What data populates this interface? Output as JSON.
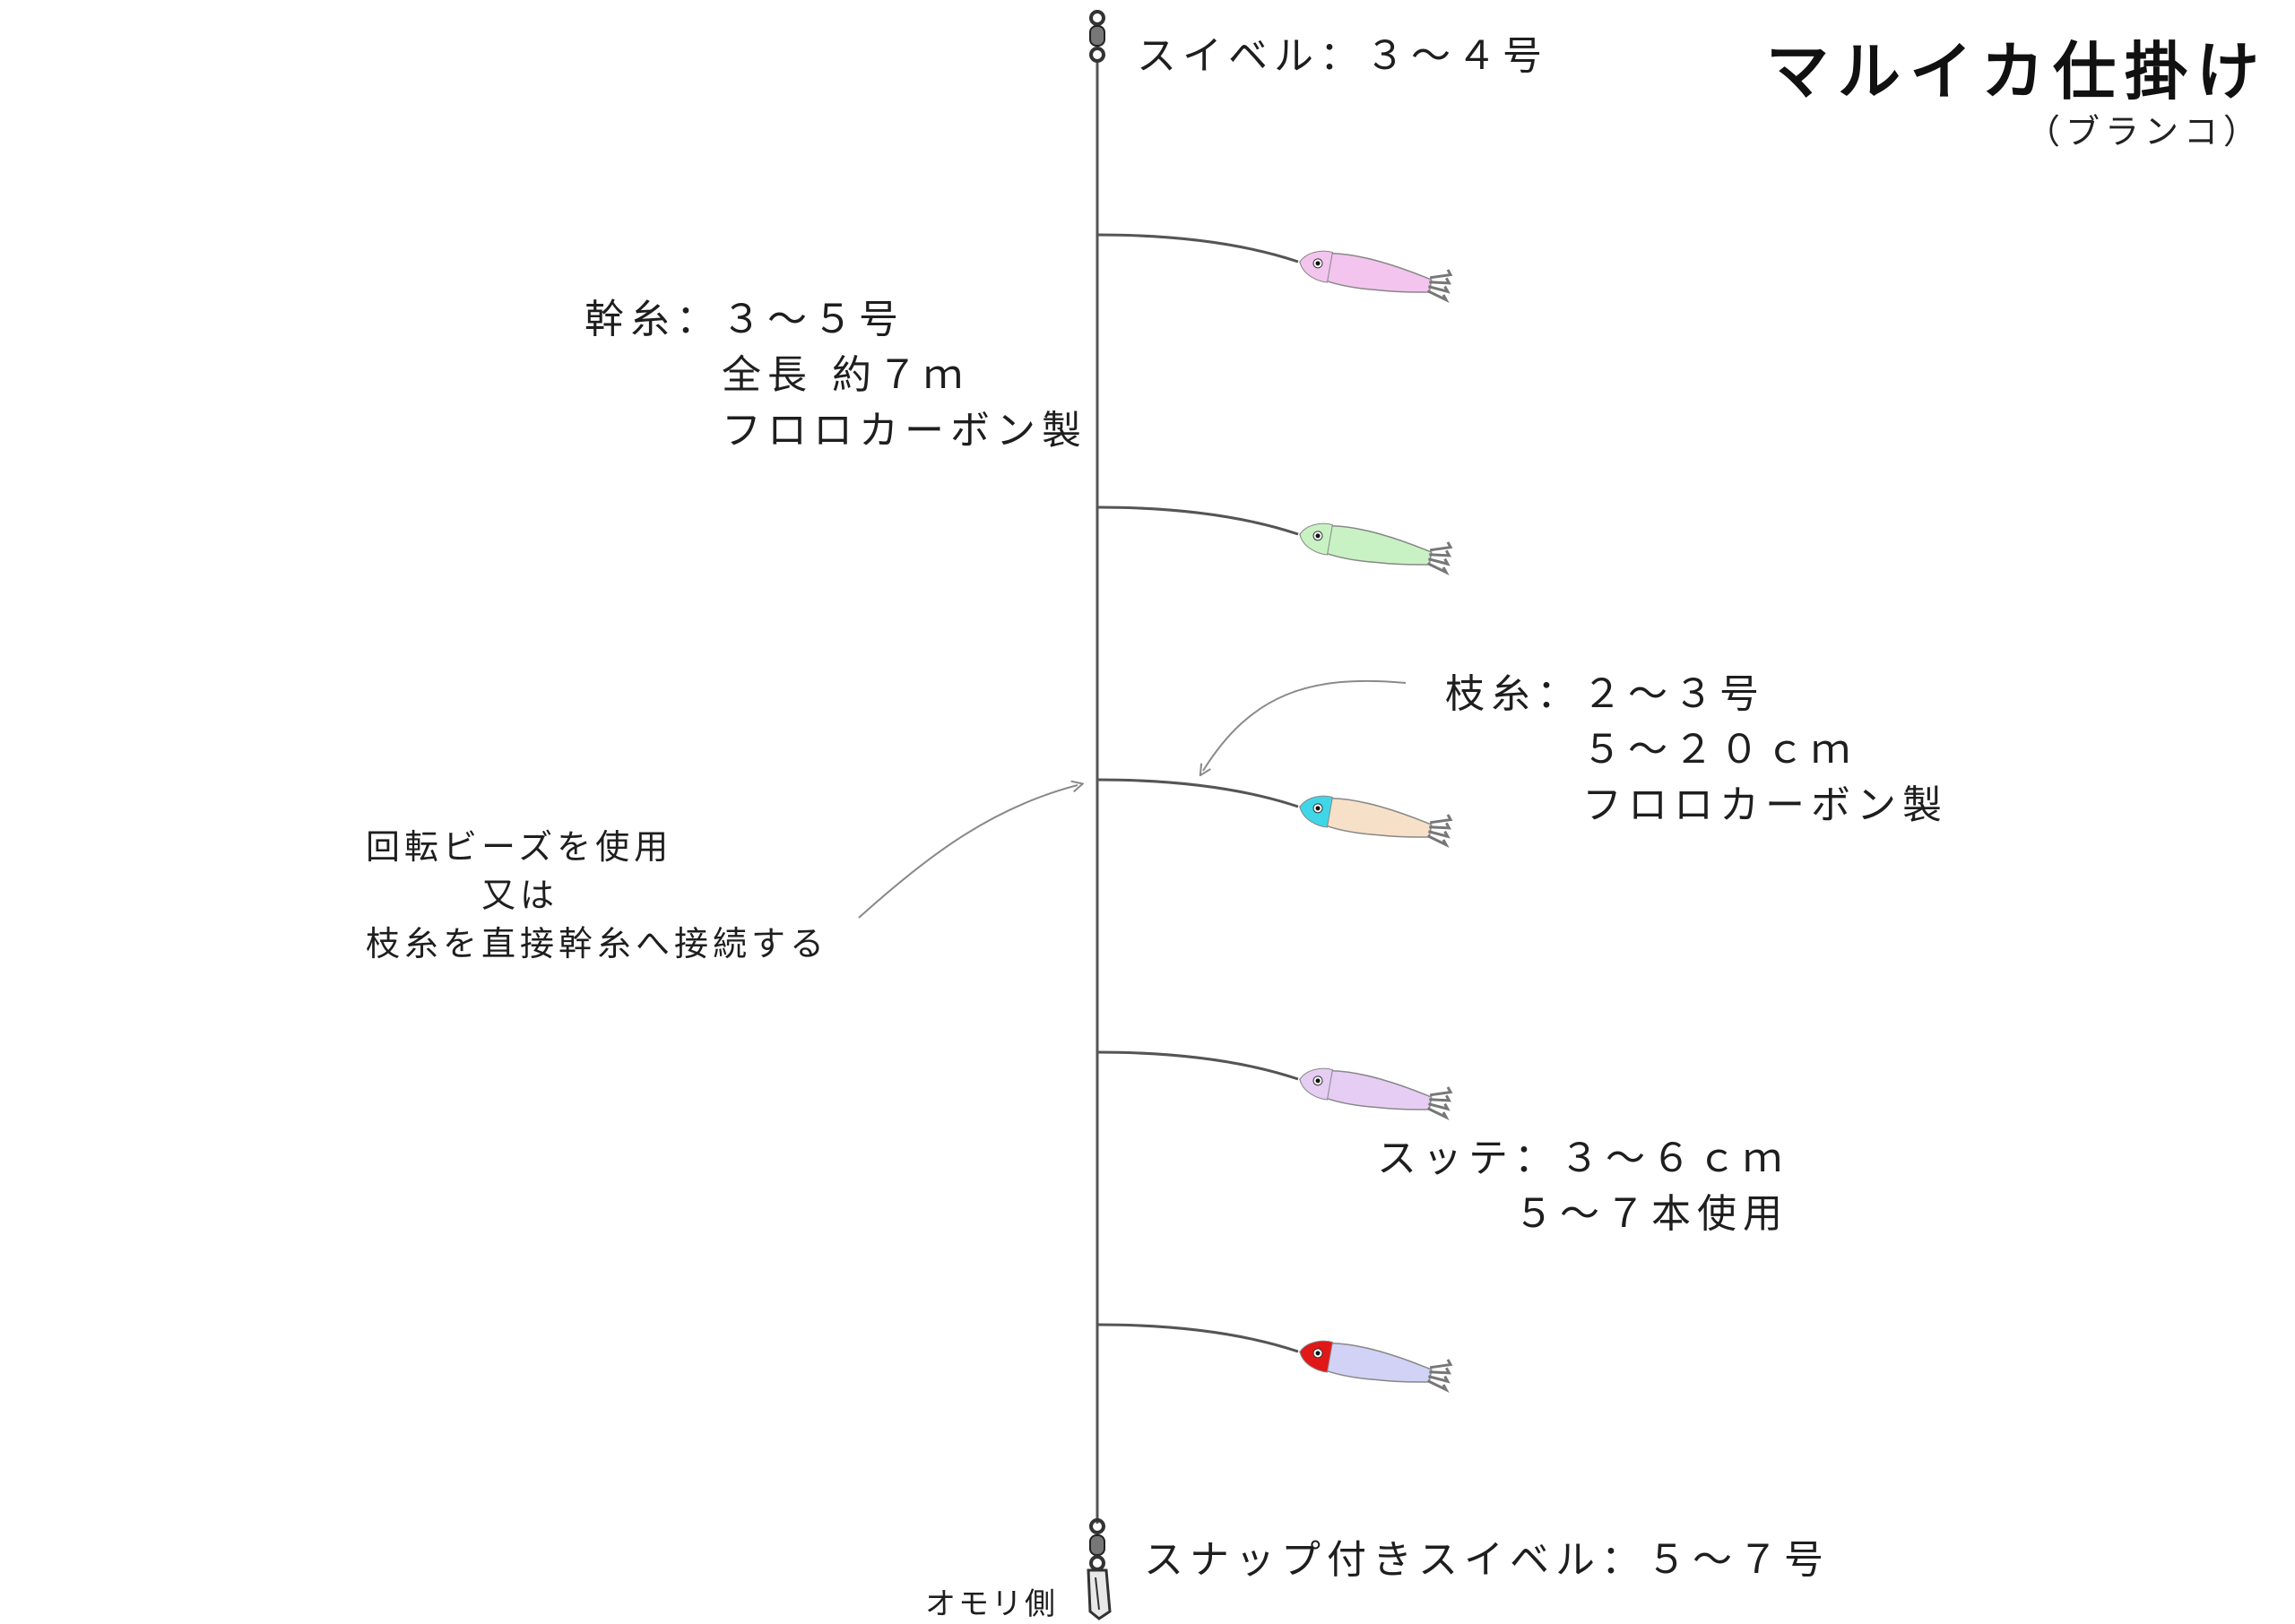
{
  "title": "マルイカ仕掛け",
  "subtitle": "（ブランコ）",
  "labels": {
    "swivel_top": "スイベル：３～４号",
    "main_line": "幹糸：３～５号\n　　　全長 約７ｍ\n　　　フロロカーボン製",
    "branch_line": "枝糸：２～３号\n　　　５～２０ｃｍ\n　　　フロロカーボン製",
    "bead_note": "回転ビーズを使用\n　　　又は\n枝糸を直接幹糸へ接続する",
    "sutte": "スッテ：３～６ｃｍ\n　　　５～７本使用",
    "snap_swivel": "スナップ付きスイベル：５～７号",
    "sinker_side": "オモリ側"
  },
  "sutte_colors": [
    {
      "body": "#f2c4ee",
      "head": "#f2c4ee"
    },
    {
      "body": "#c9f2c4",
      "head": "#c9f2c4"
    },
    {
      "body": "#f7e0c8",
      "head": "#3fd6e8"
    },
    {
      "body": "#e6cdf4",
      "head": "#e6cdf4"
    },
    {
      "body": "#d2d2f6",
      "head": "#e01818"
    }
  ]
}
